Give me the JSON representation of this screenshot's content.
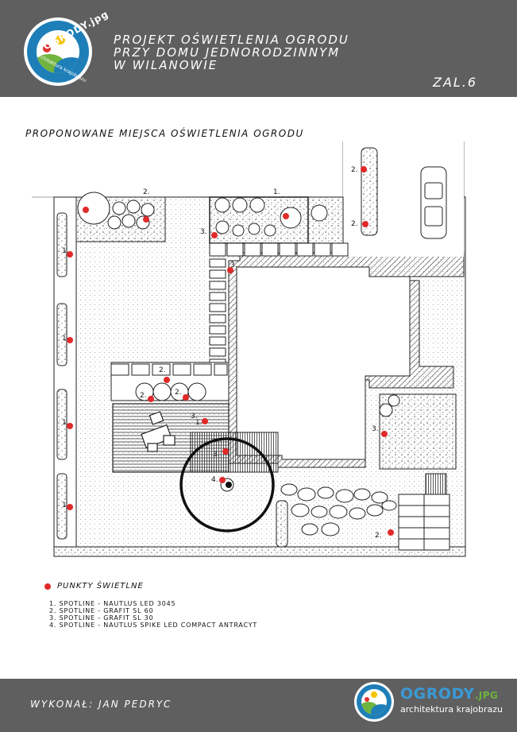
{
  "header": {
    "logo_text": "OGRODY.jpg",
    "logo_subtext": "architektura krajobrazu",
    "title_lines": [
      "Projekt oświetlenia ogrodu",
      "przy domu jednorodzinnym",
      "w Wilanowie"
    ],
    "attachment": "ZAL.6"
  },
  "subtitle": "Proponowane miejsca oświetlenia ogrodu",
  "plan": {
    "labels": [
      "1.",
      "2.",
      "3.",
      "4."
    ],
    "light_color": "#e02a2a"
  },
  "legend": {
    "title": "Punkty świetlne",
    "items": [
      "1. SPOTLINE - NAUTLUS LED 3045",
      "2. SPOTLINE - GRAFIT SL 60",
      "3. SPOTLINE - GRAFIT SL 30",
      "4. SPOTLINE - NAUTLUS SPIKE LED COMPACT ANTRACYT"
    ]
  },
  "footer": {
    "author": "Wykonał: Jan Pedryc",
    "logo_name": "OGRODY",
    "logo_ext": ".JPG",
    "logo_sub": "architektura krajobrazu"
  },
  "colors": {
    "band": "#5f5f5f",
    "accent_blue": "#3a9ad6",
    "accent_green": "#6fb43f",
    "light_point": "#e02a2a"
  }
}
